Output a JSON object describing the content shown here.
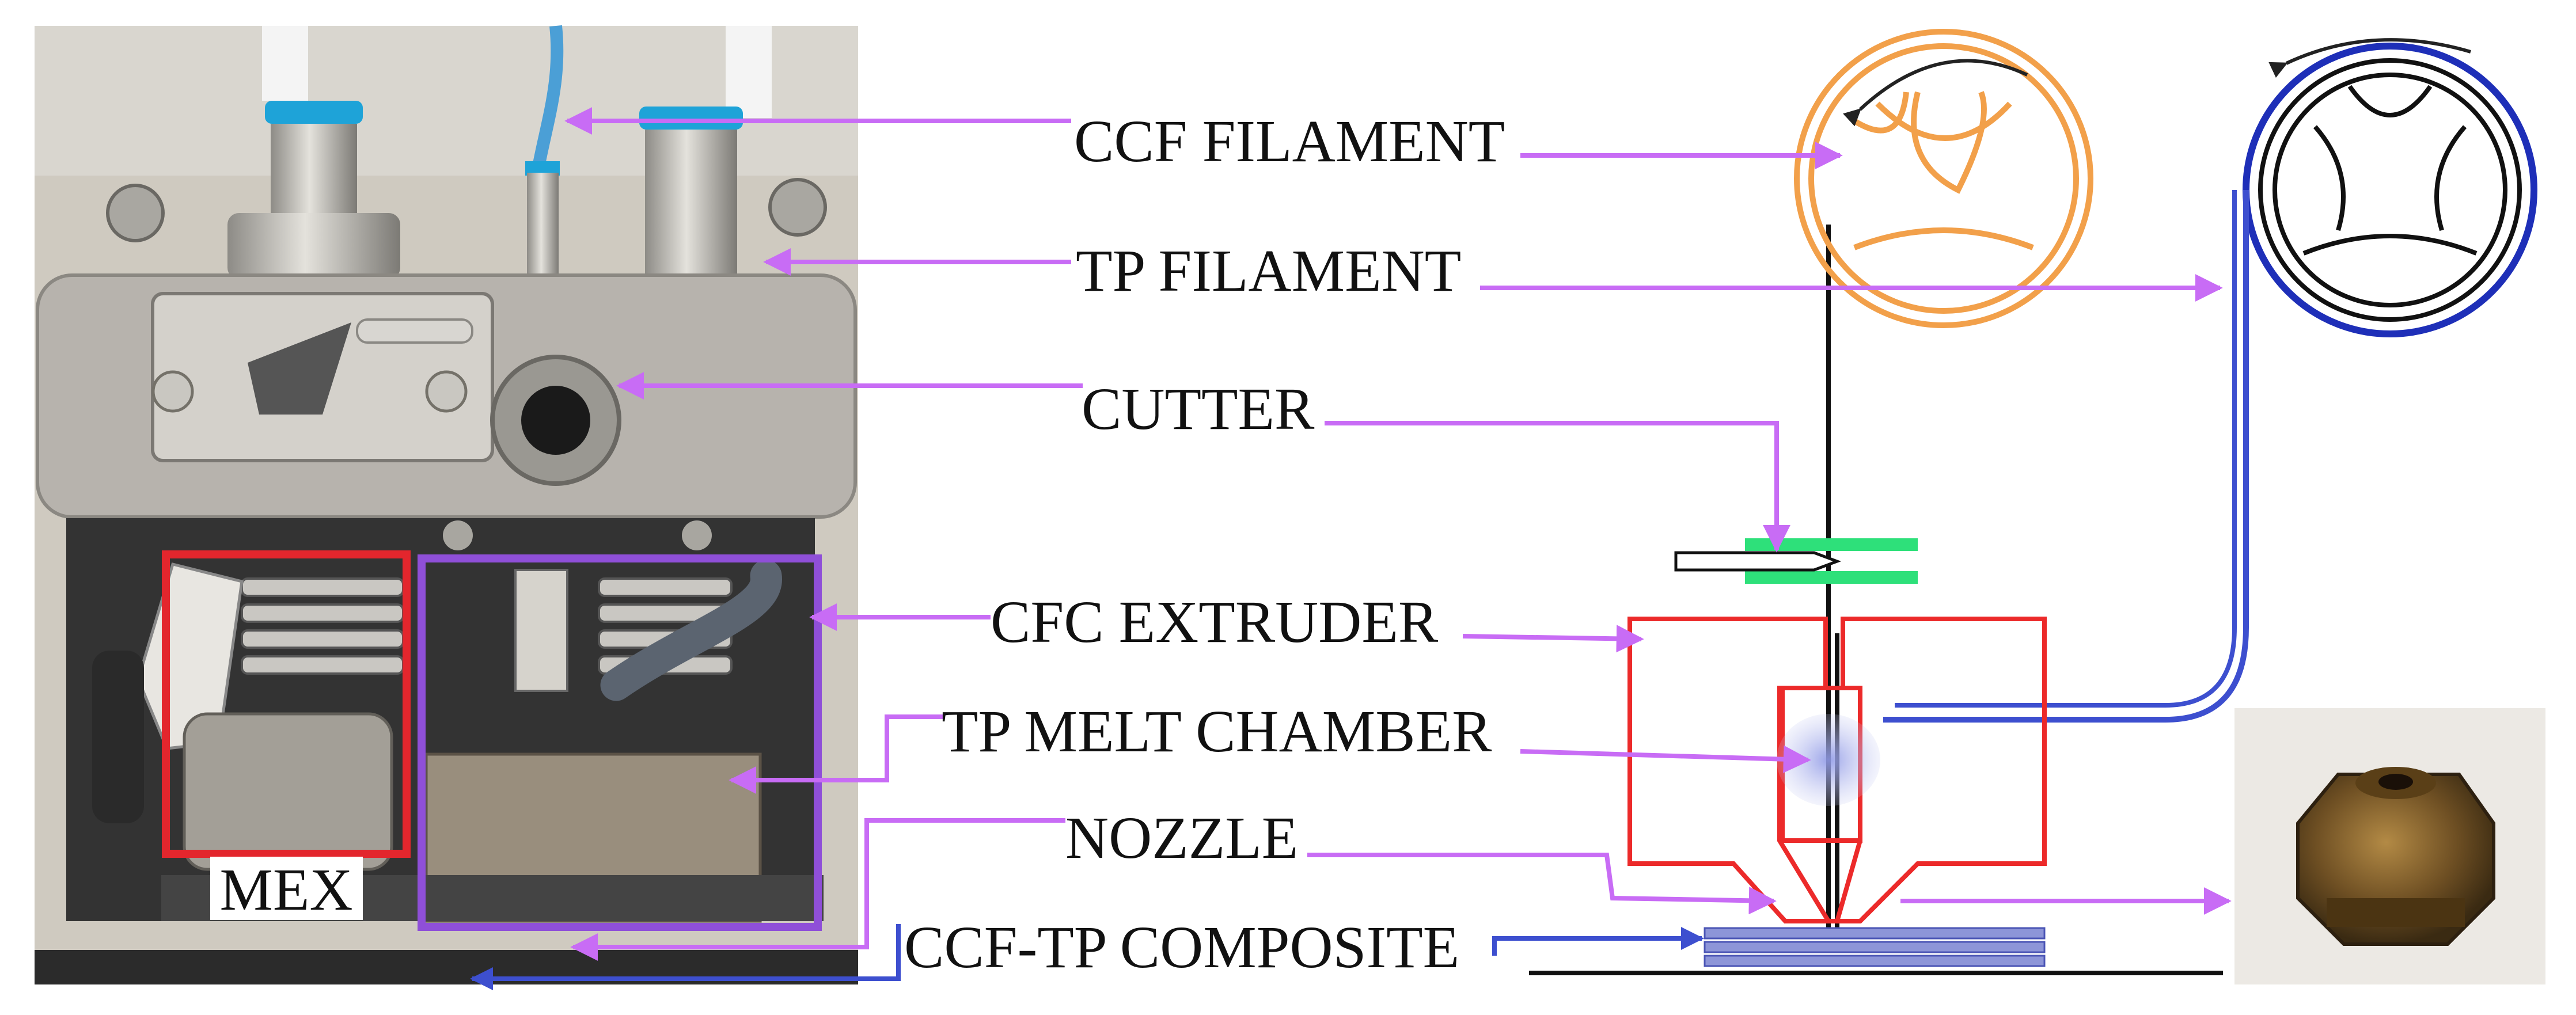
{
  "labels": {
    "ccf_filament": "CCF FILAMENT",
    "tp_filament": "TP FILAMENT",
    "cutter": "CUTTER",
    "cfc_extruder": "CFC EXTRUDER",
    "tp_melt_chamber": "TP MELT CHAMBER",
    "nozzle": "NOZZLE",
    "ccf_tp_composite": "CCF-TP COMPOSITE",
    "mex": "MEX"
  },
  "colors": {
    "arrow": "#c86cf5",
    "ccf_spool": "#f2a04a",
    "tp_spool": "#1e2fb8",
    "tp_path": "#3d4fcf",
    "cutter_blade": "#2ee07a",
    "extruder": "#ec2a2a",
    "mex_box": "#e3262d",
    "cfc_box": "#8f4fd8",
    "composite": "#8d95d8",
    "photo_bg": "#cfcac0",
    "metal": "#b3b1ab"
  }
}
